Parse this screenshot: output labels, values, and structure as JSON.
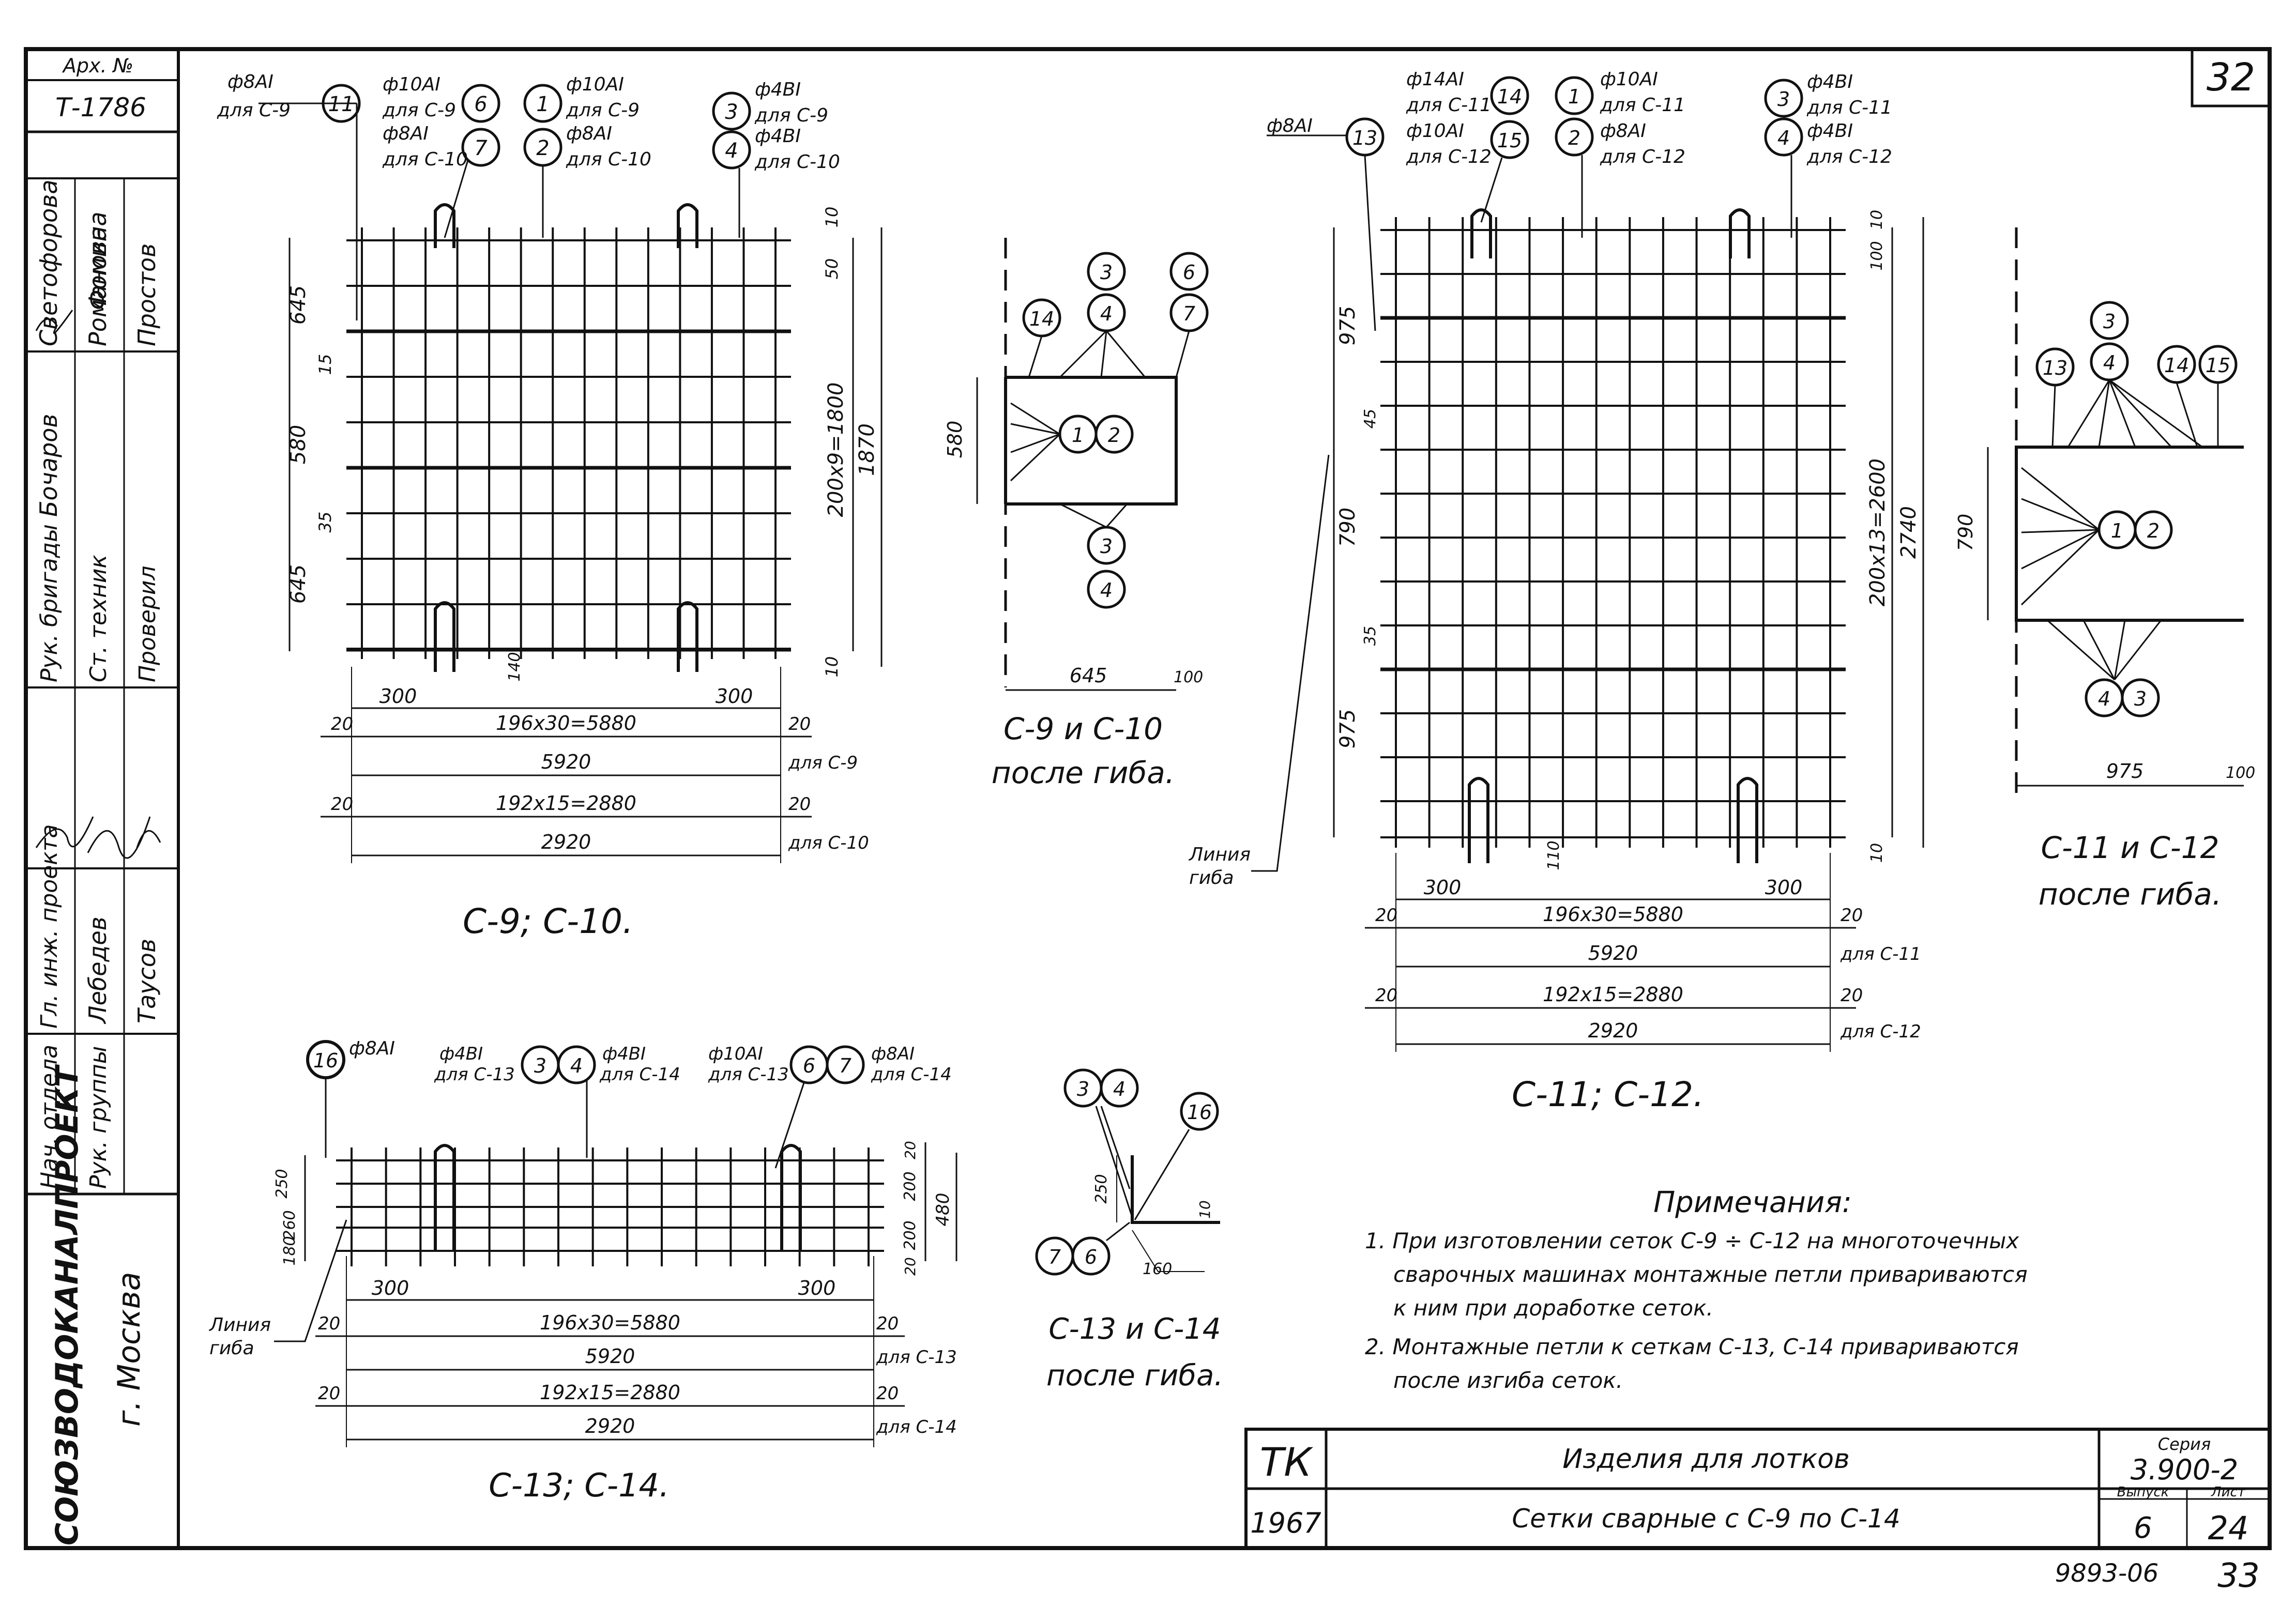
{
  "sheet_no": "32",
  "page_no": "33",
  "bottom_code": "9893-06",
  "archive": {
    "label": "Арх. №",
    "number": "Т-1786"
  },
  "org": {
    "name": "СОЮЗВОДОКАНАЛПРОЕКТ",
    "city": "г. Москва"
  },
  "staff": [
    {
      "role": "Нач. отдела",
      "name": "Лебедев"
    },
    {
      "role": "Гл. инж. проекта",
      "name": "Таусов"
    },
    {
      "role": "Рук. бригады",
      "name": "Бочаров"
    },
    {
      "role": "Рук. группы",
      "name": "Светофорова"
    },
    {
      "role": "Ст. техник",
      "name": "Романова"
    },
    {
      "role": "Проверил",
      "name": "Простов"
    },
    {
      "role": "",
      "name": "Фомина"
    }
  ],
  "title_block": {
    "tk": "ТК",
    "year": "1967",
    "title1": "Изделия для лотков",
    "title2": "Сетки сварные с С-9 по С-14",
    "seria_label": "Серия",
    "seria": "3.900-2",
    "vypusk_label": "Выпуск",
    "vypusk": "6",
    "list_label": "Лист",
    "list": "24"
  },
  "notes": {
    "heading": "Примечания:",
    "items": [
      "1. При изготовлении сеток С-9 ÷ С-12 на многоточечных",
      "сварочных машинах монтажные петли привариваются",
      "к ним при доработке сеток.",
      "2. Монтажные петли к сеткам С-13, С-14 привариваются",
      "после изгиба сеток."
    ]
  },
  "mesh_c9": {
    "caption": "С-9; С-10.",
    "callouts": [
      {
        "n": "11",
        "top": "ф8АI",
        "bot": "для С-9"
      },
      {
        "n": "6",
        "top": "ф10АI",
        "bot": "для С-9"
      },
      {
        "n": "7",
        "top": "ф8АI",
        "bot": "для С-10"
      },
      {
        "n": "1",
        "top": "ф10АI",
        "bot": "для С-9"
      },
      {
        "n": "2",
        "top": "ф8АI",
        "bot": "для С-10"
      },
      {
        "n": "3",
        "top": "ф4ВI",
        "bot": "для С-9"
      },
      {
        "n": "4",
        "top": "ф4ВI",
        "bot": "для С-10"
      }
    ],
    "left_dims": [
      "645",
      "15",
      "580",
      "35",
      "645"
    ],
    "right_dims": [
      "10",
      "50",
      "200x9=1800",
      "1870",
      "10"
    ],
    "inner": [
      "300",
      "140",
      "300"
    ],
    "bottom": [
      {
        "l": "20",
        "m": "196x30=5880",
        "r": "20"
      },
      {
        "m": "5920",
        "r": "для С-9"
      },
      {
        "l": "20",
        "m": "192x15=2880",
        "r": "20"
      },
      {
        "m": "2920",
        "r": "для С-10"
      }
    ]
  },
  "bend_c9": {
    "caption1": "С-9 и С-10",
    "caption2": "после гиба.",
    "tags": [
      "14",
      "3",
      "4",
      "6",
      "7",
      "1",
      "2",
      "3",
      "4"
    ],
    "dims": [
      "580",
      "645",
      "100"
    ]
  },
  "mesh_c11": {
    "caption": "С-11; С-12.",
    "callouts": [
      {
        "n": "13",
        "top": "ф8АI",
        "bot": ""
      },
      {
        "n": "14",
        "top": "ф14АI",
        "bot": "для С-11"
      },
      {
        "n": "15",
        "top": "ф10АI",
        "bot": "для С-12"
      },
      {
        "n": "1",
        "top": "ф10АI",
        "bot": "для С-11"
      },
      {
        "n": "2",
        "top": "ф8АI",
        "bot": "для С-12"
      },
      {
        "n": "3",
        "top": "ф4ВI",
        "bot": "для С-11"
      },
      {
        "n": "4",
        "top": "ф4ВI",
        "bot": "для С-12"
      }
    ],
    "left_dims": [
      "975",
      "45",
      "790",
      "35",
      "975"
    ],
    "right_dims": [
      "10",
      "100",
      "200x13=2600",
      "2740",
      "10"
    ],
    "inner": [
      "300",
      "110",
      "300"
    ],
    "bottom": [
      {
        "l": "20",
        "m": "196x30=5880",
        "r": "20"
      },
      {
        "m": "5920",
        "r": "для С-11"
      },
      {
        "l": "20",
        "m": "192x15=2880",
        "r": "20"
      },
      {
        "m": "2920",
        "r": "для С-12"
      }
    ],
    "bend_line": [
      "Линия",
      "гиба"
    ]
  },
  "bend_c11": {
    "caption1": "С-11 и С-12",
    "caption2": "после гиба.",
    "tags": [
      "3",
      "13",
      "4",
      "14",
      "15",
      "1",
      "2",
      "4",
      "3"
    ],
    "dims": [
      "790",
      "975",
      "100"
    ]
  },
  "mesh_c13": {
    "caption": "С-13; С-14.",
    "callouts": [
      {
        "n": "16",
        "top": "ф8АI",
        "bot": ""
      },
      {
        "n": "3",
        "top": "ф4ВI",
        "bot": "для С-13"
      },
      {
        "n": "4",
        "top": "ф4ВI",
        "bot": "для С-14"
      },
      {
        "n": "6",
        "top": "ф10АI",
        "bot": "для С-13"
      },
      {
        "n": "7",
        "top": "ф8АI",
        "bot": "для С-14"
      }
    ],
    "left_dims": [
      "250",
      "260",
      "180"
    ],
    "right_dims": [
      "20",
      "200",
      "200",
      "480",
      "20"
    ],
    "inner": [
      "300",
      "300"
    ],
    "bottom": [
      {
        "l": "20",
        "m": "196x30=5880",
        "r": "20"
      },
      {
        "m": "5920",
        "r": "для С-13"
      },
      {
        "l": "20",
        "m": "192x15=2880",
        "r": "20"
      },
      {
        "m": "2920",
        "r": "для С-14"
      }
    ],
    "bend_line": [
      "Линия",
      "гиба"
    ]
  },
  "bend_c13": {
    "caption1": "С-13 и С-14",
    "caption2": "после гиба.",
    "tags": [
      "3",
      "4",
      "16",
      "7",
      "6"
    ],
    "dims": [
      "250",
      "10",
      "160"
    ]
  }
}
